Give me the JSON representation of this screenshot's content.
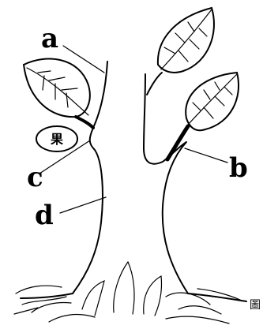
{
  "labels": {
    "a": "a",
    "b": "b",
    "c": "c",
    "d": "d"
  },
  "fruit_label": "果",
  "caption": "圖"
}
